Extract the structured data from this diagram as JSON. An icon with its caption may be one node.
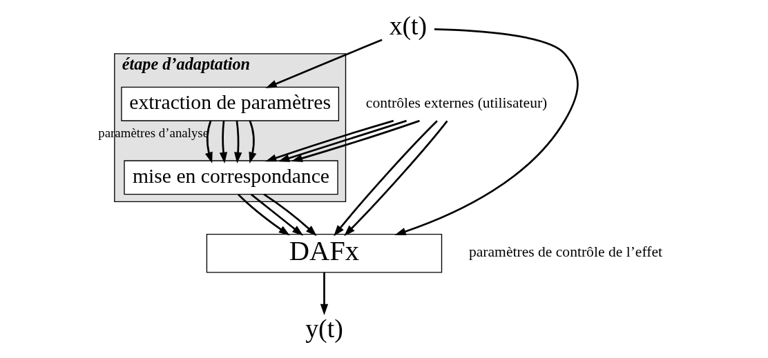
{
  "diagram": {
    "nodes": [
      {
        "text": [
          "étape d’adaptation"
        ]
      },
      {
        "text": [
          "extraction de paramètres"
        ],
        "in": 0
      },
      {
        "text": [
          "mise en correspondance"
        ],
        "in": 0
      },
      {
        "text": [
          "DAFx"
        ]
      },
      {
        "text": [
          "x(t)"
        ]
      },
      {
        "text": [
          "y(t)"
        ]
      },
      {
        "text": [
          "contrôles externes (utilisateur)"
        ]
      }
    ],
    "edges": [
      {
        "from": 4,
        "to": 3,
        "arrow": "to"
      },
      {
        "from": 4,
        "to": 1,
        "arrow": "to"
      },
      {
        "from": 1,
        "to": 2,
        "arrow": "to",
        "label": "paramètres d’analyse"
      },
      {
        "from": 1,
        "to": 2,
        "arrow": "to"
      },
      {
        "from": 1,
        "to": 2,
        "arrow": "to"
      },
      {
        "from": 1,
        "to": 2,
        "arrow": "to"
      },
      {
        "from": 6,
        "to": 2,
        "arrow": "to"
      },
      {
        "from": 6,
        "to": 2,
        "arrow": "to"
      },
      {
        "from": 6,
        "to": 2,
        "arrow": "to"
      },
      {
        "from": 2,
        "to": 3,
        "arrow": "to"
      },
      {
        "from": 2,
        "to": 3,
        "arrow": "to"
      },
      {
        "from": 2,
        "to": 3,
        "arrow": "to"
      },
      {
        "from": 6,
        "to": 3,
        "arrow": "to"
      },
      {
        "from": 6,
        "to": 3,
        "arrow": "to"
      },
      {
        "from": 3,
        "to": 5,
        "arrow": "to"
      }
    ],
    "labels": [
      "paramètres de contrôle de l’effet"
    ]
  }
}
